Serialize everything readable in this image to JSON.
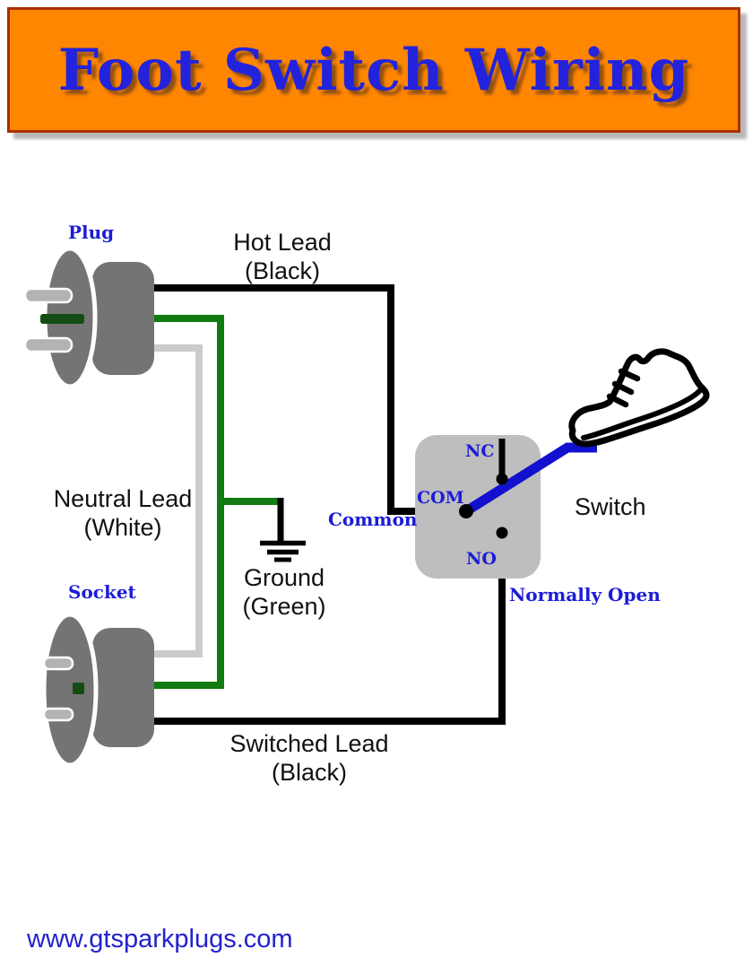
{
  "title": "Foot Switch Wiring",
  "website": "www.gtsparkplugs.com",
  "diagram": {
    "plug_label": "Plug",
    "socket_label": "Socket",
    "hot_lead": {
      "line1": "Hot Lead",
      "line2": "(Black)"
    },
    "neutral_lead": {
      "line1": "Neutral Lead",
      "line2": "(White)"
    },
    "ground": {
      "line1": "Ground",
      "line2": "(Green)"
    },
    "switched_lead": {
      "line1": "Switched Lead",
      "line2": "(Black)"
    },
    "switch_label": "Switch",
    "common_label": "Common",
    "normally_open_label": "Normally Open",
    "terminals": {
      "nc": "NC",
      "com": "COM",
      "no": "NO"
    }
  },
  "icons": {
    "plug": "plug-icon",
    "socket": "socket-icon",
    "ground": "ground-symbol-icon",
    "shoe": "foot-shoe-icon",
    "lever": "switch-lever",
    "terminal": "terminal-dot"
  },
  "colors": {
    "banner_fill": "#ff8600",
    "banner_border": "#a83000",
    "title_text": "#2323dd",
    "blue_label": "#1c1cd8",
    "wire_hot": "#000000",
    "wire_neutral": "#cbcbcb",
    "wire_ground": "#117a11",
    "prong_green": "#134d13",
    "lever_blue": "#1111cf",
    "device_gray": "#747474",
    "prong_gray": "#b3b3b3",
    "switch_body_gray": "#bebebe",
    "website_text": "#2222cc"
  }
}
